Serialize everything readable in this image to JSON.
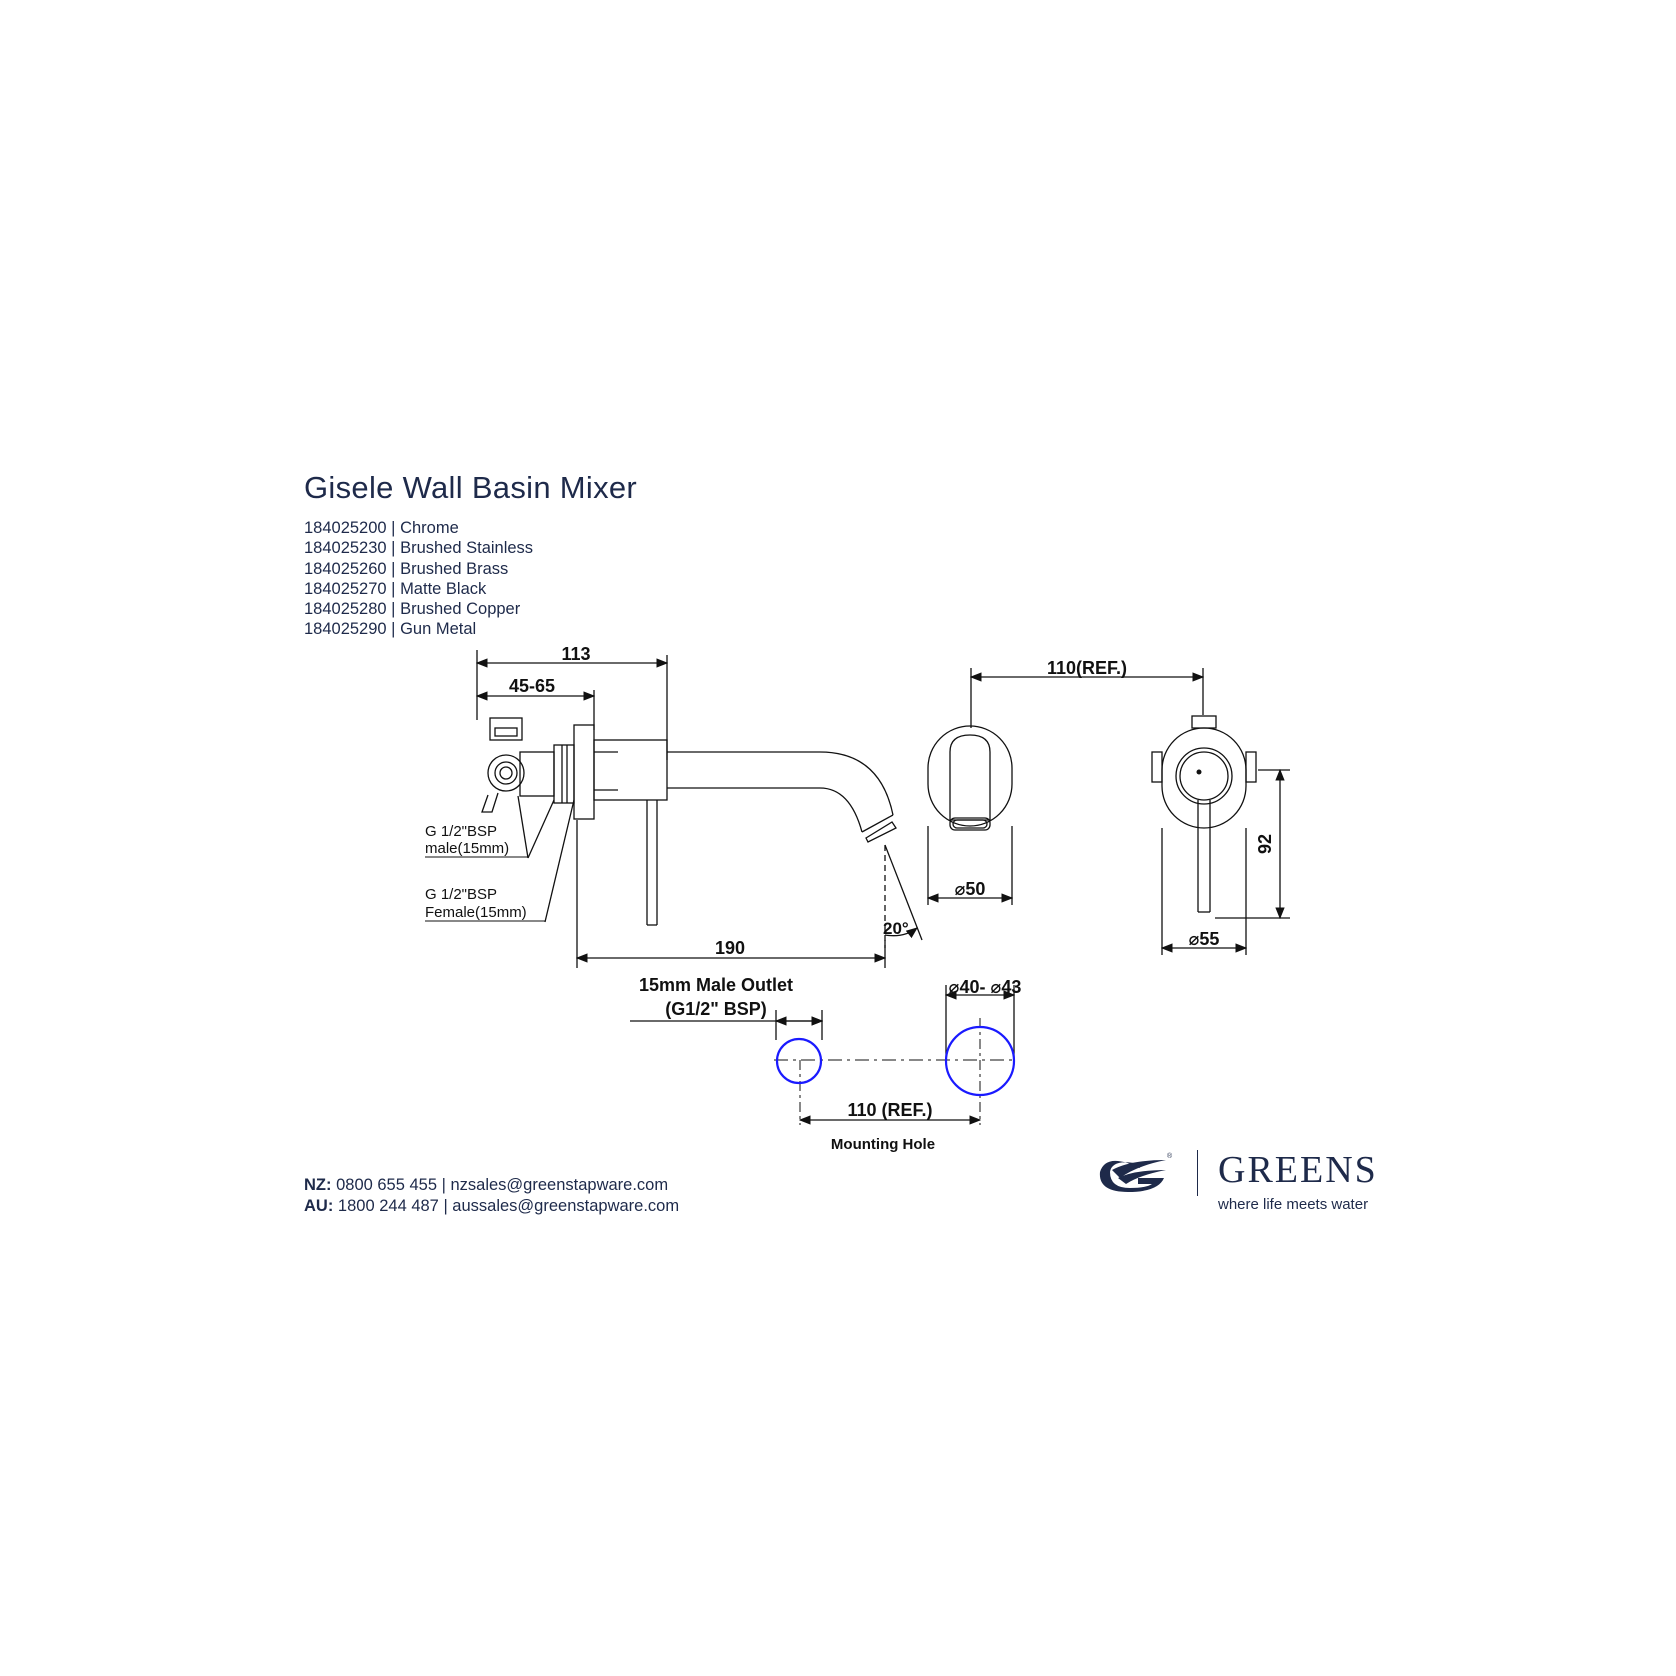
{
  "title": "Gisele Wall Basin Mixer",
  "variants": [
    {
      "code": "184025200",
      "finish": "Chrome"
    },
    {
      "code": "184025230",
      "finish": "Brushed Stainless"
    },
    {
      "code": "184025260",
      "finish": "Brushed Brass"
    },
    {
      "code": "184025270",
      "finish": "Matte Black"
    },
    {
      "code": "184025280",
      "finish": "Brushed Copper"
    },
    {
      "code": "184025290",
      "finish": "Gun Metal"
    }
  ],
  "dimensions": {
    "overall_depth": "113",
    "wall_range": "45-65",
    "spout_length": "190",
    "spout_angle": "20°",
    "centres_ref": "110(REF.)",
    "outlet_diameter": "⌀50",
    "plate_diameter": "⌀55",
    "height": "92",
    "mounting_diameter": "⌀40- ⌀43",
    "mounting_centres": "110 (REF.)"
  },
  "callouts": {
    "male_thread_line1": "G 1/2\"BSP",
    "male_thread_line2": "male(15mm)",
    "female_thread_line1": "G 1/2\"BSP",
    "female_thread_line2": "Female(15mm)",
    "outlet_line1": "15mm Male Outlet",
    "outlet_line2": "(G1/2\" BSP)",
    "mounting_hole": "Mounting Hole"
  },
  "contact": {
    "nz_label": "NZ:",
    "nz_text": "0800 655 455 | nzsales@greenstapware.com",
    "au_label": "AU:",
    "au_text": "1800 244 487  | aussales@greenstapware.com"
  },
  "brand": {
    "name": "GREENS",
    "tagline": "where life meets water",
    "logo_icon": "greens-wave-logo-icon"
  },
  "colors": {
    "text": "#1e2a4a",
    "line": "#111111",
    "hole": "#1a1aff"
  }
}
